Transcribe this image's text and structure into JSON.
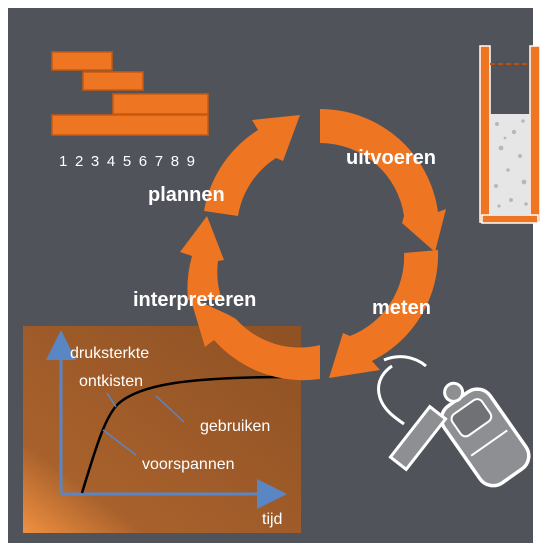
{
  "colors": {
    "background": "#50535a",
    "orange": "#ee7521",
    "orange_dark": "#b8510e",
    "panel": "#9c5a28",
    "axis_blue": "#5a86c4",
    "white": "#ffffff",
    "sensor_gray": "#8d8f92"
  },
  "cycle": {
    "steps": [
      "plannen",
      "uitvoeren",
      "meten",
      "interpreteren"
    ]
  },
  "schedule": {
    "numbers": "1 2 3 4 5 6 7 8 9"
  },
  "graph": {
    "ylabel_line1": "druksterkte",
    "ylabel_line2": "ontkisten",
    "label_gebruiken": "gebruiken",
    "label_voorspannen": "voorspannen",
    "xlabel": "tijd"
  },
  "icons": [
    "gantt-chart-icon",
    "concrete-formwork-icon",
    "sensor-icon",
    "cycle-arrows-icon"
  ]
}
